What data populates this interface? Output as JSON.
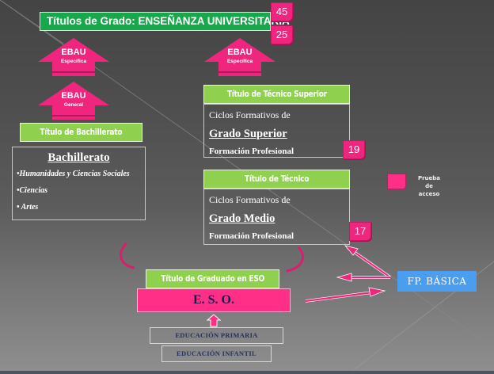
{
  "header": {
    "title": "Títulos de Grado: ENSEÑANZA UNIVERSITARIA",
    "badges": [
      "45",
      "25"
    ]
  },
  "arrows": {
    "left_top": {
      "main": "EBAU",
      "sub": "Específica"
    },
    "left_bottom": {
      "main": "EBAU",
      "sub": "General"
    },
    "right": {
      "main": "EBAU",
      "sub": "Específica"
    }
  },
  "bachillerato": {
    "header": "Título de Bachillerato",
    "title": "Bachillerato",
    "items": [
      "•Humanidades y  Ciencias Sociales",
      "•Ciencias",
      "• Artes"
    ]
  },
  "tecnico_superior": {
    "header": "Título de Técnico Superior",
    "line1": "Ciclos Formativos de",
    "line2": "Grado Superior",
    "line3": "Formación Profesional",
    "badge": "19"
  },
  "tecnico": {
    "header": "Título de Técnico",
    "line1": "Ciclos Formativos de",
    "line2": "Grado Medio",
    "line3": "Formación Profesional",
    "badge": "17"
  },
  "legend": {
    "label_line1": "Prueba de",
    "label_line2": "acceso",
    "color": "#ff2e87"
  },
  "eso": {
    "header": "Título de Graduado en ESO",
    "label": "E. S. O."
  },
  "fp_basica": {
    "label": "FP. BÁSICA"
  },
  "primaria": {
    "label": "EDUCACIÓN  PRIMARIA"
  },
  "infantil": {
    "label": "EDUCACIÓN  INFANTIL"
  },
  "colors": {
    "green_title": "#17a84b",
    "green_header": "#8fd14f",
    "pink": "#f0267e",
    "blue": "#4b9df0"
  }
}
